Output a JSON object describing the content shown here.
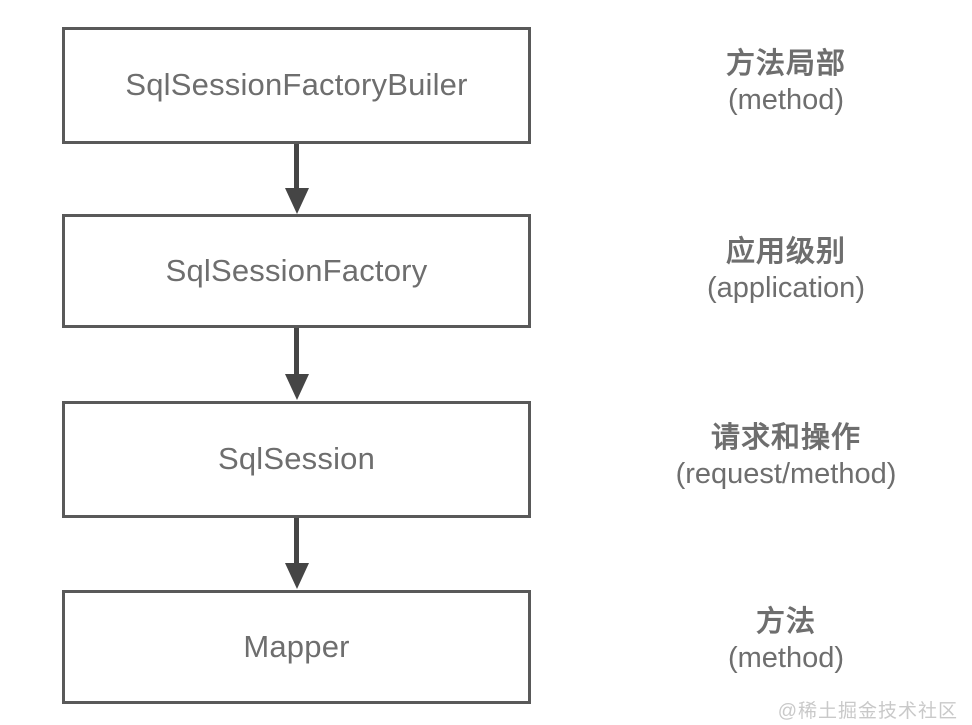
{
  "diagram": {
    "type": "flowchart-vertical",
    "background_color": "#ffffff",
    "box_border_color": "#595959",
    "text_color": "#6e6e6e",
    "arrow_color": "#454545",
    "nodes": [
      {
        "label": "SqlSessionFactoryBuiler"
      },
      {
        "label": "SqlSessionFactory"
      },
      {
        "label": "SqlSession"
      },
      {
        "label": "Mapper"
      }
    ],
    "arrows": [
      {
        "from": "SqlSessionFactoryBuiler",
        "to": "SqlSessionFactory",
        "style": "solid-down-arrow"
      },
      {
        "from": "SqlSessionFactory",
        "to": "SqlSession",
        "style": "solid-down-arrow"
      },
      {
        "from": "SqlSession",
        "to": "Mapper",
        "style": "solid-down-arrow"
      }
    ],
    "scopes": [
      {
        "cn": "方法局部",
        "en": "(method)"
      },
      {
        "cn": "应用级别",
        "en": "(application)"
      },
      {
        "cn": "请求和操作",
        "en": "(request/method)"
      },
      {
        "cn": "方法",
        "en": "(method)"
      }
    ]
  },
  "watermark": {
    "text": "@稀土掘金技术社区",
    "color": "#c9c9c9"
  }
}
